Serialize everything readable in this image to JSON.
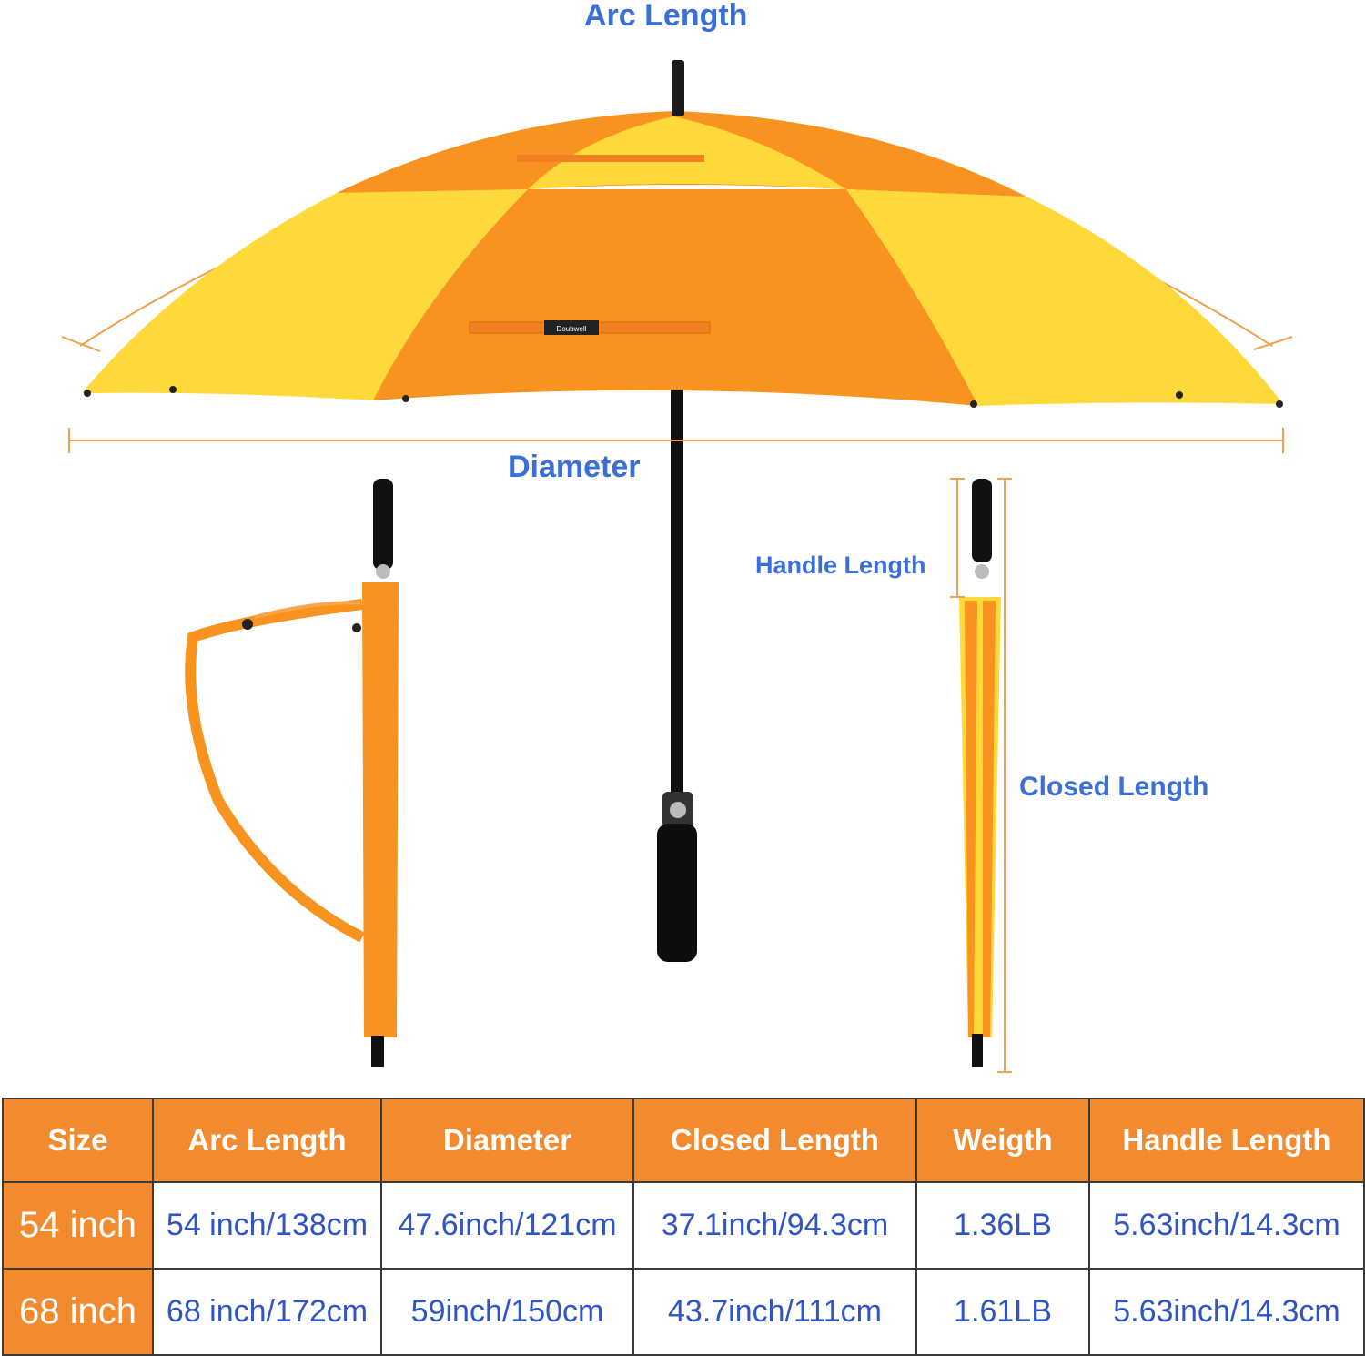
{
  "labels": {
    "arc_length": "Arc Length",
    "diameter": "Diameter",
    "handle_length": "Handle Length",
    "closed_length": "Closed Length",
    "brand_tag": "Doubwell"
  },
  "colors": {
    "orange": "#f28b2f",
    "canopy_orange": "#f7931e",
    "canopy_yellow": "#ffd83a",
    "label_blue": "#3a6fd8",
    "table_text_blue": "#2f55c4",
    "dimension_line": "#f0a050"
  },
  "table": {
    "headers": [
      "Size",
      "Arc Length",
      "Diameter",
      "Closed Length",
      "Weigth",
      "Handle Length"
    ],
    "rows": [
      [
        "54 inch",
        "54 inch/138cm",
        "47.6inch/121cm",
        "37.1inch/94.3cm",
        "1.36LB",
        "5.63inch/14.3cm"
      ],
      [
        "68 inch",
        "68 inch/172cm",
        "59inch/150cm",
        "43.7inch/111cm",
        "1.61LB",
        "5.63inch/14.3cm"
      ]
    ]
  }
}
